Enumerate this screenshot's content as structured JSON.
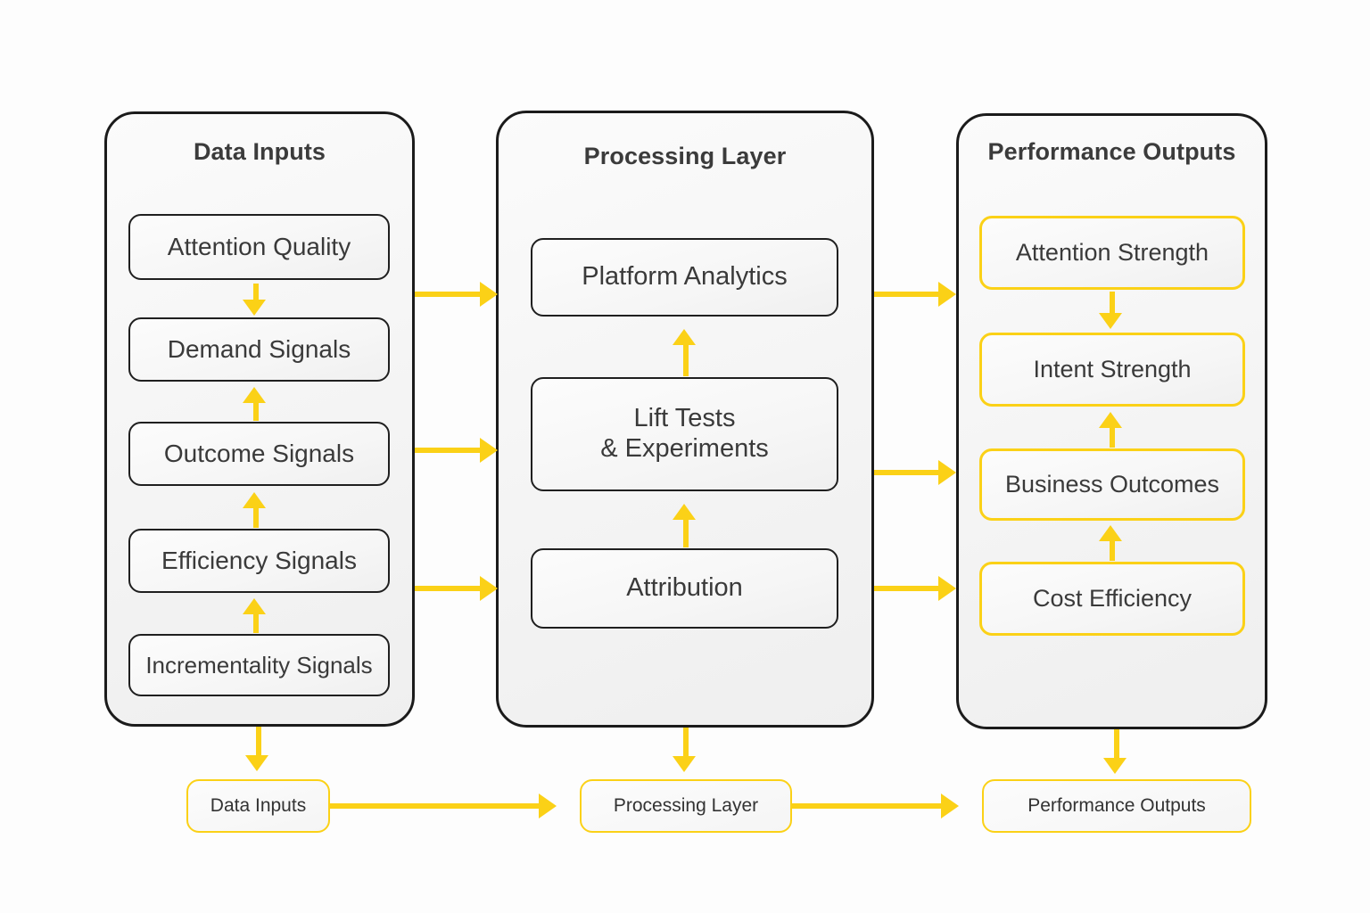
{
  "diagram": {
    "background_color": "#fdfdfd",
    "accent_color": "#FBD117",
    "outline_color": "#1b1b1b",
    "text_color": "#3a3a3a"
  },
  "columns": [
    {
      "key": "data_inputs",
      "title": "Data Inputs",
      "border_style": "dark",
      "nodes": [
        {
          "label": "Attention Quality"
        },
        {
          "label": "Demand Signals"
        },
        {
          "label": "Outcome Signals"
        },
        {
          "label": "Efficiency Signals"
        },
        {
          "label": "Incrementality Signals"
        }
      ],
      "internal_arrows": [
        "down",
        "up",
        "up",
        "up"
      ]
    },
    {
      "key": "processing_layer",
      "title": "Processing Layer",
      "border_style": "dark",
      "nodes": [
        {
          "label": "Platform Analytics"
        },
        {
          "label": "Lift Tests\n& Experiments",
          "line1": "Lift Tests",
          "line2": "& Experiments"
        },
        {
          "label": "Attribution"
        }
      ],
      "internal_arrows": [
        "up",
        "up"
      ]
    },
    {
      "key": "performance_outputs",
      "title": "Performance Outputs",
      "border_style": "amber",
      "nodes": [
        {
          "label": "Attention Strength"
        },
        {
          "label": "Intent Strength"
        },
        {
          "label": "Business Outcomes"
        },
        {
          "label": "Cost Efficiency"
        }
      ],
      "internal_arrows": [
        "down",
        "up",
        "up"
      ]
    }
  ],
  "cross_arrows": [
    {
      "from": "data_inputs",
      "to": "processing_layer",
      "direction": "right"
    },
    {
      "from": "data_inputs",
      "to": "processing_layer",
      "direction": "right"
    },
    {
      "from": "data_inputs",
      "to": "processing_layer",
      "direction": "right"
    },
    {
      "from": "processing_layer",
      "to": "performance_outputs",
      "direction": "right"
    },
    {
      "from": "processing_layer",
      "to": "performance_outputs",
      "direction": "right"
    },
    {
      "from": "processing_layer",
      "to": "performance_outputs",
      "direction": "right"
    }
  ],
  "bottom_chain": {
    "pills": [
      {
        "label": "Data Inputs"
      },
      {
        "label": "Processing Layer"
      },
      {
        "label": "Performance Outputs"
      }
    ],
    "chain_arrows": [
      "right",
      "right"
    ],
    "drop_arrows": [
      "down",
      "down",
      "down"
    ]
  }
}
